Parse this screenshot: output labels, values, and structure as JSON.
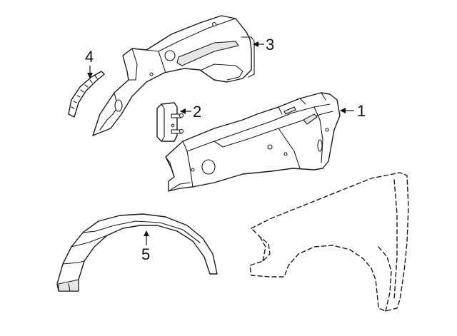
{
  "callouts": [
    {
      "id": "1",
      "label": "1"
    },
    {
      "id": "2",
      "label": "2"
    },
    {
      "id": "3",
      "label": "3"
    },
    {
      "id": "4",
      "label": "4"
    },
    {
      "id": "5",
      "label": "5"
    }
  ],
  "colors": {
    "line": "#1a1a1a",
    "background": "#ffffff",
    "shade": "#e6e6e6"
  }
}
